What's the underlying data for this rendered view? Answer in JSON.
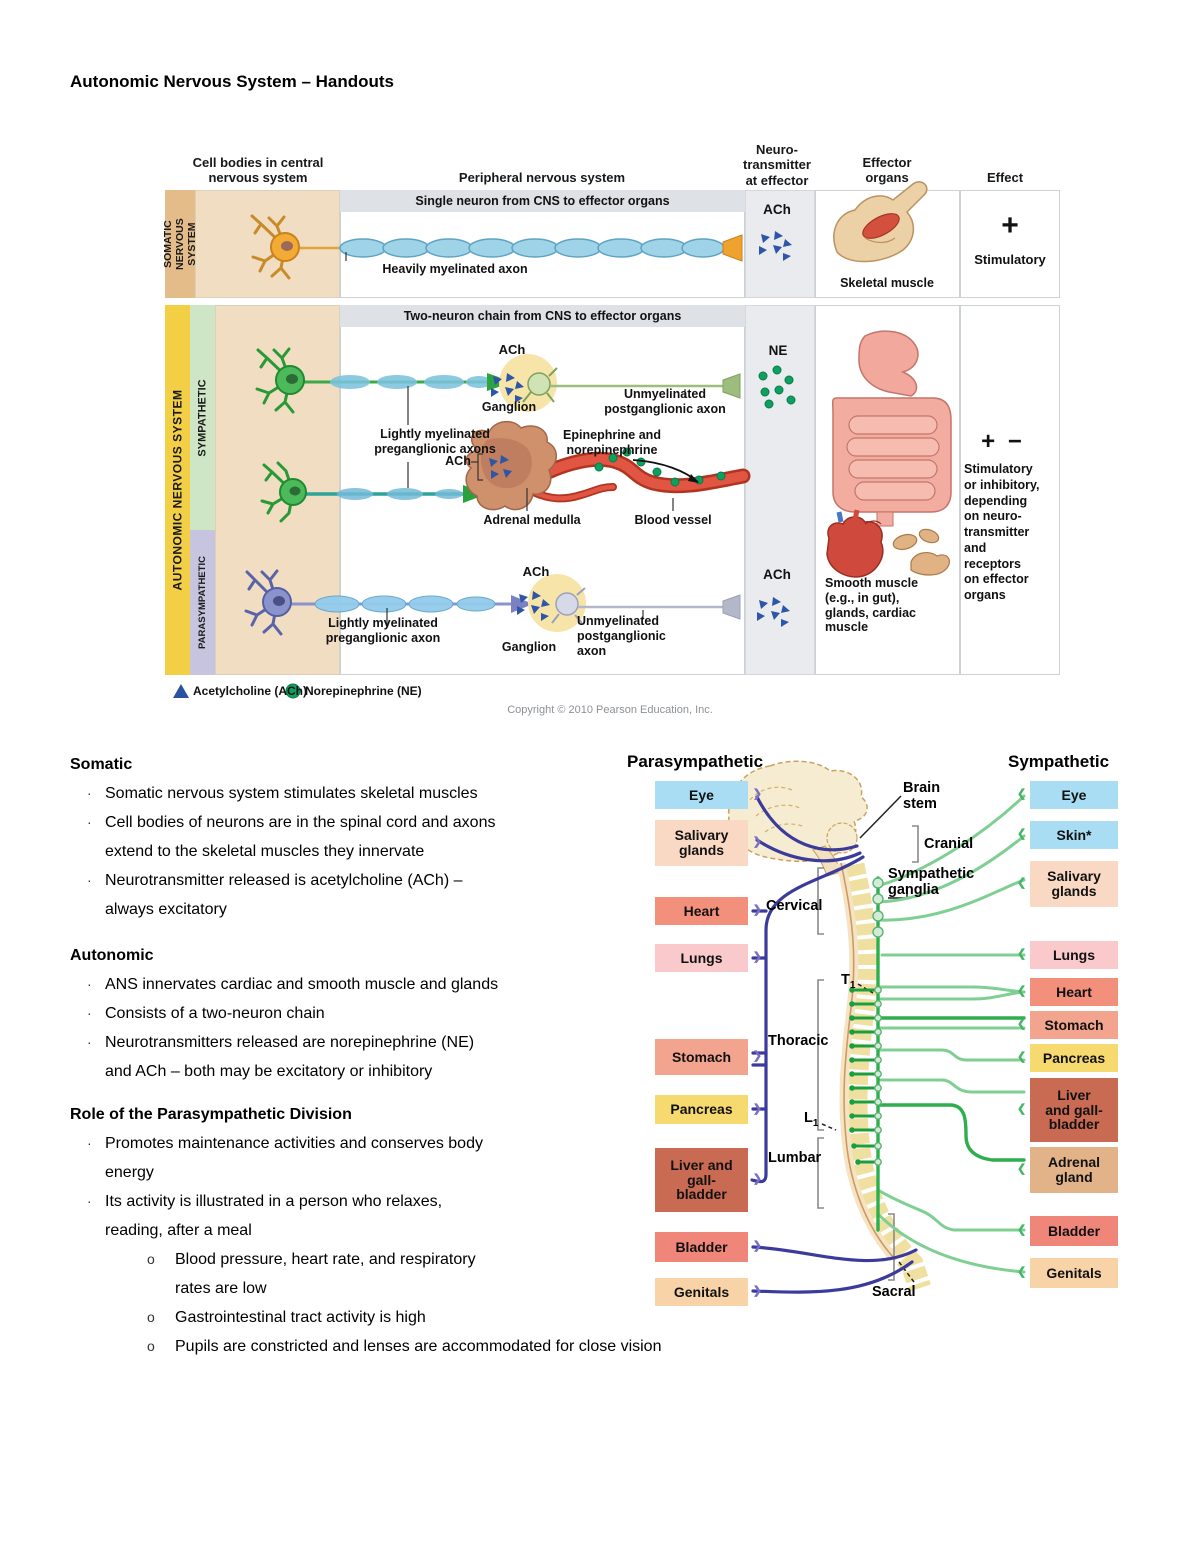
{
  "page": {
    "title": "Autonomic Nervous System – Handouts"
  },
  "figure1": {
    "headers": {
      "cell_bodies": "Cell bodies in central\nnervous system",
      "peripheral": "Peripheral nervous system",
      "neurotransmitter": "Neuro-\ntransmitter\nat effector",
      "effector": "Effector\norgans",
      "effect": "Effect"
    },
    "bands": {
      "somatic": "SOMATIC\nNERVOUS\nSYSTEM",
      "autonomic": "AUTONOMIC NERVOUS SYSTEM",
      "sympathetic": "SYMPATHETIC",
      "parasympathetic": "PARASYMPATHETIC"
    },
    "somatic_row": {
      "banner": "Single neuron from CNS to effector organs",
      "axon_label": "Heavily myelinated axon",
      "nt": "ACh",
      "organ": "Skeletal muscle",
      "effect_symbol": "+",
      "effect_text": "Stimulatory"
    },
    "autonomic_row": {
      "banner": "Two-neuron chain from CNS to effector organs",
      "symp": {
        "ach": "ACh",
        "ganglion": "Ganglion",
        "post_axon": "Unmyelinated\npostganglionic axon",
        "pre_axon": "Lightly myelinated\npreganglionic axons",
        "ach2": "ACh",
        "adrenal": "Adrenal medulla",
        "epi": "Epinephrine and\nnorepinephrine",
        "vessel": "Blood vessel",
        "nt": "NE"
      },
      "para": {
        "ach": "ACh",
        "ganglion": "Ganglion",
        "pre_axon": "Lightly myelinated\npreganglionic axon",
        "post_axon": "Unmyelinated\npostganglionic\naxon",
        "nt": "ACh"
      },
      "organ": "Smooth muscle\n(e.g., in gut),\nglands, cardiac\nmuscle",
      "effect_symbol": "+ −",
      "effect_text": "Stimulatory\nor inhibitory,\ndepending\non neuro-\ntransmitter\nand\nreceptors\non effector\norgans"
    },
    "legend": {
      "ach": "Acetylcholine (ACh)",
      "ne": "Norepinephrine (NE)"
    },
    "copyright": "Copyright © 2010 Pearson Education, Inc."
  },
  "sections": {
    "marks": {
      "bullet": "·",
      "sub": "o"
    },
    "somatic": {
      "heading": "Somatic",
      "bullets": [
        "Somatic nervous system stimulates skeletal muscles",
        "Cell bodies of neurons are in the spinal cord and axons\nextend to the skeletal muscles they innervate",
        "Neurotransmitter released is acetylcholine (ACh) –\nalways excitatory"
      ]
    },
    "autonomic": {
      "heading": "Autonomic",
      "bullets": [
        "ANS innervates cardiac and smooth muscle and glands",
        "Consists of a two-neuron chain",
        "Neurotransmitters released are norepinephrine (NE)\nand ACh – both may be excitatory or inhibitory"
      ]
    },
    "role": {
      "heading": "Role of the Parasympathetic Division",
      "bullets": [
        "Promotes maintenance activities and conserves body\nenergy",
        "Its activity is illustrated in a person who relaxes,\nreading, after a meal"
      ],
      "subbullets": [
        "Blood pressure, heart rate, and respiratory\nrates are low",
        "Gastrointestinal tract activity is high",
        "Pupils are constricted and lenses are accommodated for close vision"
      ]
    }
  },
  "figure2": {
    "left_header": "Parasympathetic",
    "right_header": "Sympathetic",
    "left_organs": [
      {
        "label": "Eye",
        "color": "#a8ddf4"
      },
      {
        "label": "Salivary\nglands",
        "color": "#fad9c4"
      },
      {
        "label": "Heart",
        "color": "#f2907c"
      },
      {
        "label": "Lungs",
        "color": "#f9c9cb"
      },
      {
        "label": "Stomach",
        "color": "#f2a48e"
      },
      {
        "label": "Pancreas",
        "color": "#f6da70"
      },
      {
        "label": "Liver and\ngall-\nbladder",
        "color": "#c96a52"
      },
      {
        "label": "Bladder",
        "color": "#f0857a"
      },
      {
        "label": "Genitals",
        "color": "#f8d3a8"
      }
    ],
    "right_organs": [
      {
        "label": "Eye",
        "color": "#a8ddf4"
      },
      {
        "label": "Skin*",
        "color": "#a8ddf4"
      },
      {
        "label": "Salivary\nglands",
        "color": "#fad9c4"
      },
      {
        "label": "Lungs",
        "color": "#f9c9cb"
      },
      {
        "label": "Heart",
        "color": "#f2907c"
      },
      {
        "label": "Stomach",
        "color": "#f2a48e"
      },
      {
        "label": "Pancreas",
        "color": "#f6da70"
      },
      {
        "label": "Liver\nand gall-\nbladder",
        "color": "#c96a52"
      },
      {
        "label": "Adrenal\ngland",
        "color": "#e2b288"
      },
      {
        "label": "Bladder",
        "color": "#f0857a"
      },
      {
        "label": "Genitals",
        "color": "#f8d3a8"
      }
    ],
    "labels": {
      "brain_stem": "Brain\nstem",
      "cranial": "Cranial",
      "symp_ganglia": "Sympathetic\nganglia",
      "cervical": "Cervical",
      "t": "T",
      "t_sub": "1",
      "thoracic": "Thoracic",
      "l": "L",
      "l_sub": "1",
      "lumbar": "Lumbar",
      "sacral": "Sacral"
    },
    "colors": {
      "parasympathetic": "#3b3b9b",
      "sympathetic": "#2fae4e"
    }
  }
}
